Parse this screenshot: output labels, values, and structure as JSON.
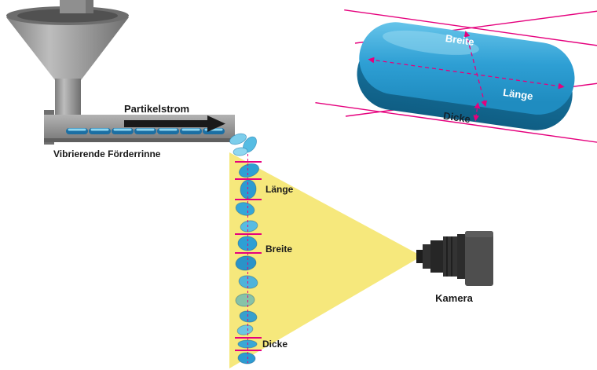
{
  "diagram": {
    "feeder": {
      "flow_label": "Partikelstrom",
      "name_label": "Vibrierende Förderrinne"
    },
    "stream": {
      "length_label": "Länge",
      "width_label": "Breite",
      "thickness_label": "Dicke"
    },
    "camera": {
      "label": "Kamera"
    },
    "pill": {
      "width_label": "Breite",
      "length_label": "Länge",
      "thickness_label": "Dicke"
    },
    "colors": {
      "particle_blue": "#2e9fd4",
      "measurement_pink": "#e5007d",
      "light_beam_yellow": "#f6e87c",
      "machine_gray": "#8c8c8c",
      "camera_dark": "#2b2b2b"
    }
  }
}
